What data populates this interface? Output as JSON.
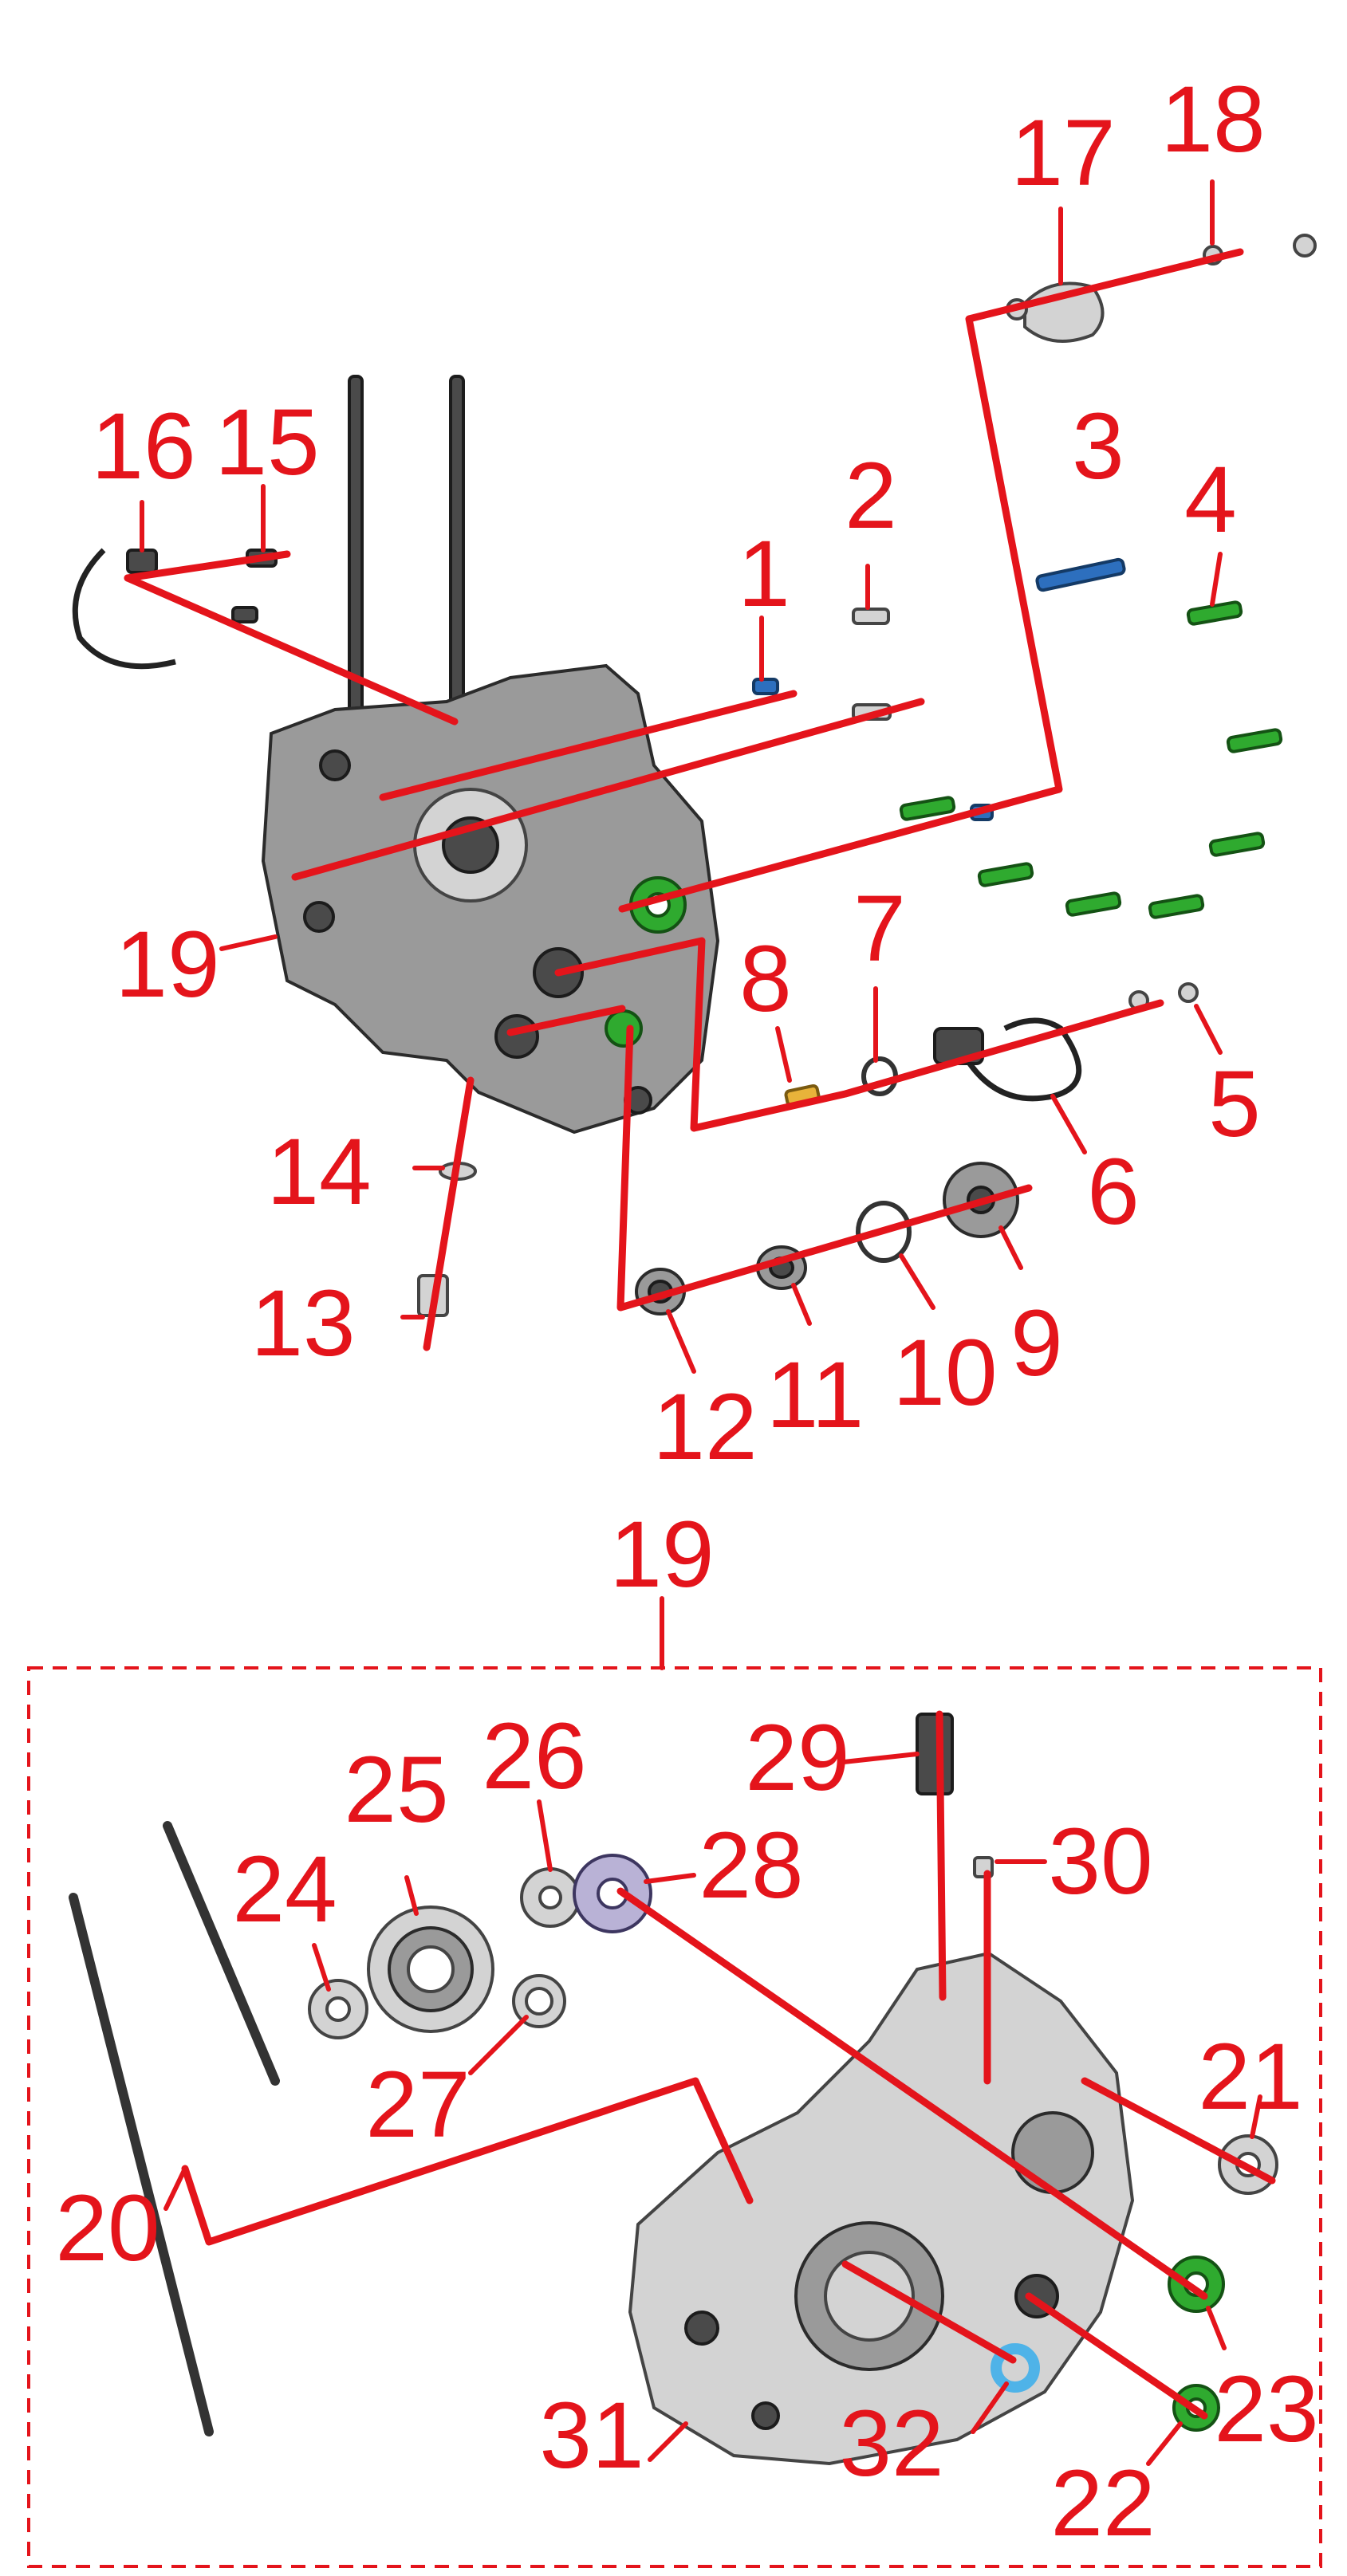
{
  "callouts": {
    "c1": "1",
    "c2": "2",
    "c3": "3",
    "c4": "4",
    "c5": "5",
    "c6": "6",
    "c7": "7",
    "c8": "8",
    "c9": "9",
    "c10": "10",
    "c11": "11",
    "c12": "12",
    "c13": "13",
    "c14": "14",
    "c15": "15",
    "c16": "16",
    "c17": "17",
    "c18": "18",
    "c19a": "19",
    "c19b": "19",
    "c20": "20",
    "c21": "21",
    "c22": "22",
    "c23": "23",
    "c24": "24",
    "c25": "25",
    "c26": "26",
    "c27": "27",
    "c28": "28",
    "c29": "29",
    "c30": "30",
    "c31": "31",
    "c32": "32"
  },
  "colors": {
    "callout": "#e4141b",
    "bolt_green": "#2faa2f",
    "bolt_blue": "#2d6fbe",
    "metal": "#9a9a9a"
  }
}
